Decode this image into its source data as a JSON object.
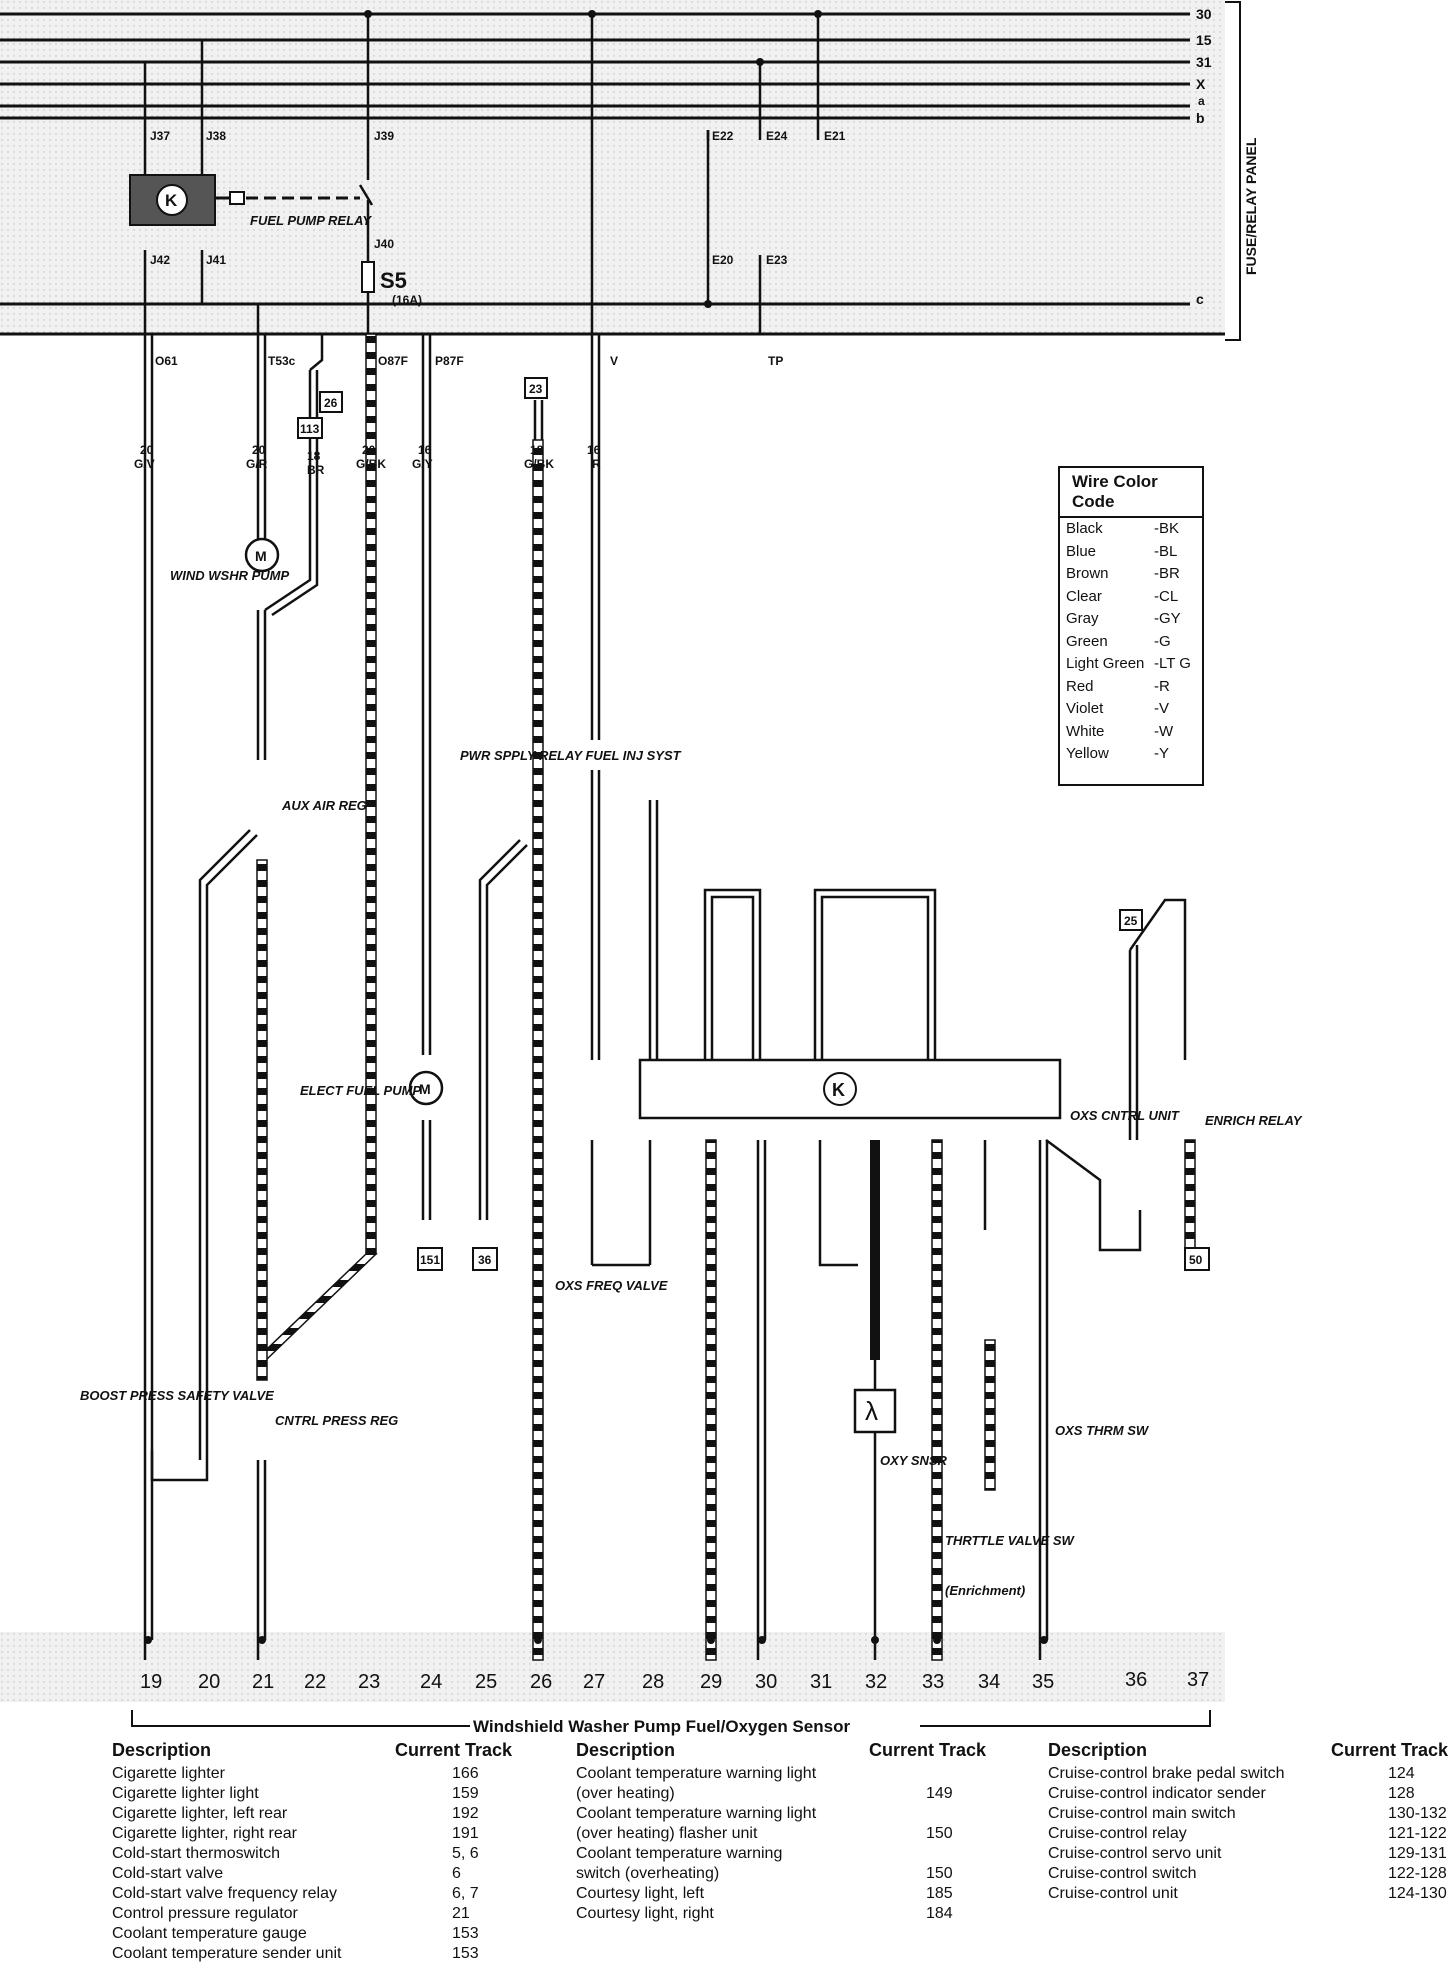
{
  "bus_lines": [
    "30",
    "15",
    "31",
    "X",
    "a",
    "b",
    "c"
  ],
  "panel_label": "FUSE/RELAY PANEL",
  "fuse_relay_labels": {
    "j37": "J37",
    "j38": "J38",
    "j39": "J39",
    "j40": "J40",
    "j41": "J41",
    "j42": "J42",
    "e22": "E22",
    "e24": "E24",
    "e21": "E21",
    "e20": "E20",
    "e23": "E23",
    "fuel_pump_relay": "FUEL PUMP RELAY",
    "s5": "S5",
    "s5_rating": "(16A)"
  },
  "connector_labels": [
    "O61",
    "T53c",
    "O87F",
    "P87F",
    "V",
    "TP"
  ],
  "ref_boxes": [
    "26",
    "113",
    "23",
    "151",
    "36",
    "25",
    "50"
  ],
  "wire_tags": [
    {
      "gauge": "20",
      "color": "G/V"
    },
    {
      "gauge": "20",
      "color": "G/R"
    },
    {
      "gauge": "18",
      "color": "BR"
    },
    {
      "gauge": "20",
      "color": "G/BK"
    },
    {
      "gauge": "16",
      "color": "G/Y"
    },
    {
      "gauge": "18",
      "color": "G/BK"
    },
    {
      "gauge": "16",
      "color": "R"
    }
  ],
  "components": {
    "wind_wshr_pump": "WIND WSHR PUMP",
    "aux_air_reg": "AUX AIR REG",
    "elect_fuel_pump": "ELECT FUEL PUMP",
    "boost_press": "BOOST PRESS SAFETY VALVE",
    "cntrl_press_reg": "CNTRL PRESS REG",
    "pwr_relay": "PWR SPPLY RELAY FUEL INJ SYST",
    "oxs_freq_valve": "OXS FREQ VALVE",
    "oxs_cntrl_unit": "OXS CNTRL UNIT",
    "enrich_relay": "ENRICH RELAY",
    "oxy_snsr": "OXY SNSR",
    "thrttle_valve_sw": "THRTTLE VALVE SW",
    "enrichment": "(Enrichment)",
    "oxs_thrm_sw": "OXS THRM SW"
  },
  "track_numbers": [
    "19",
    "20",
    "21",
    "22",
    "23",
    "24",
    "25",
    "26",
    "27",
    "28",
    "29",
    "30",
    "31",
    "32",
    "33",
    "34",
    "35",
    "36",
    "37"
  ],
  "track_caption": "Windshield Washer Pump Fuel/Oxygen Sensor",
  "legend": {
    "title": "Wire Color Code",
    "rows": [
      {
        "name": "Black",
        "code": "-BK"
      },
      {
        "name": "Blue",
        "code": "-BL"
      },
      {
        "name": "Brown",
        "code": "-BR"
      },
      {
        "name": "Clear",
        "code": "-CL"
      },
      {
        "name": "Gray",
        "code": "-GY"
      },
      {
        "name": "Green",
        "code": "-G"
      },
      {
        "name": "Light Green",
        "code": "-LT G"
      },
      {
        "name": "Red",
        "code": "-R"
      },
      {
        "name": "Violet",
        "code": "-V"
      },
      {
        "name": "White",
        "code": "-W"
      },
      {
        "name": "Yellow",
        "code": "-Y"
      }
    ]
  },
  "desc_headers": {
    "description": "Description",
    "current_track": "Current Track"
  },
  "desc_col1": [
    {
      "d": "Cigarette lighter",
      "t": "166"
    },
    {
      "d": "Cigarette lighter light",
      "t": "159"
    },
    {
      "d": "Cigarette lighter, left rear",
      "t": "192"
    },
    {
      "d": "Cigarette lighter, right rear",
      "t": "191"
    },
    {
      "d": "Cold-start thermoswitch",
      "t": "5, 6"
    },
    {
      "d": "Cold-start valve",
      "t": "6"
    },
    {
      "d": "Cold-start valve frequency relay",
      "t": "6, 7"
    },
    {
      "d": "Control pressure regulator",
      "t": "21"
    },
    {
      "d": "Coolant temperature gauge",
      "t": "153"
    },
    {
      "d": "Coolant temperature sender unit",
      "t": "153"
    }
  ],
  "desc_col2": [
    {
      "d": "Coolant temperature warning light",
      "t": ""
    },
    {
      "d": "   (over heating)",
      "t": "149"
    },
    {
      "d": "Coolant temperature warning light",
      "t": ""
    },
    {
      "d": "   (over heating) flasher unit",
      "t": "150"
    },
    {
      "d": "Coolant temperature warning",
      "t": ""
    },
    {
      "d": "   switch (overheating)",
      "t": "150"
    },
    {
      "d": "Courtesy light, left",
      "t": "185"
    },
    {
      "d": "Courtesy light, right",
      "t": "184"
    }
  ],
  "desc_col3": [
    {
      "d": "Cruise-control brake pedal switch",
      "t": "124"
    },
    {
      "d": "Cruise-control indicator sender",
      "t": "128"
    },
    {
      "d": "Cruise-control main switch",
      "t": "130-132"
    },
    {
      "d": "Cruise-control relay",
      "t": "121-122"
    },
    {
      "d": "Cruise-control servo unit",
      "t": "129-131"
    },
    {
      "d": "Cruise-control switch",
      "t": "122-128"
    },
    {
      "d": "Cruise-control unit",
      "t": "124-130"
    }
  ]
}
